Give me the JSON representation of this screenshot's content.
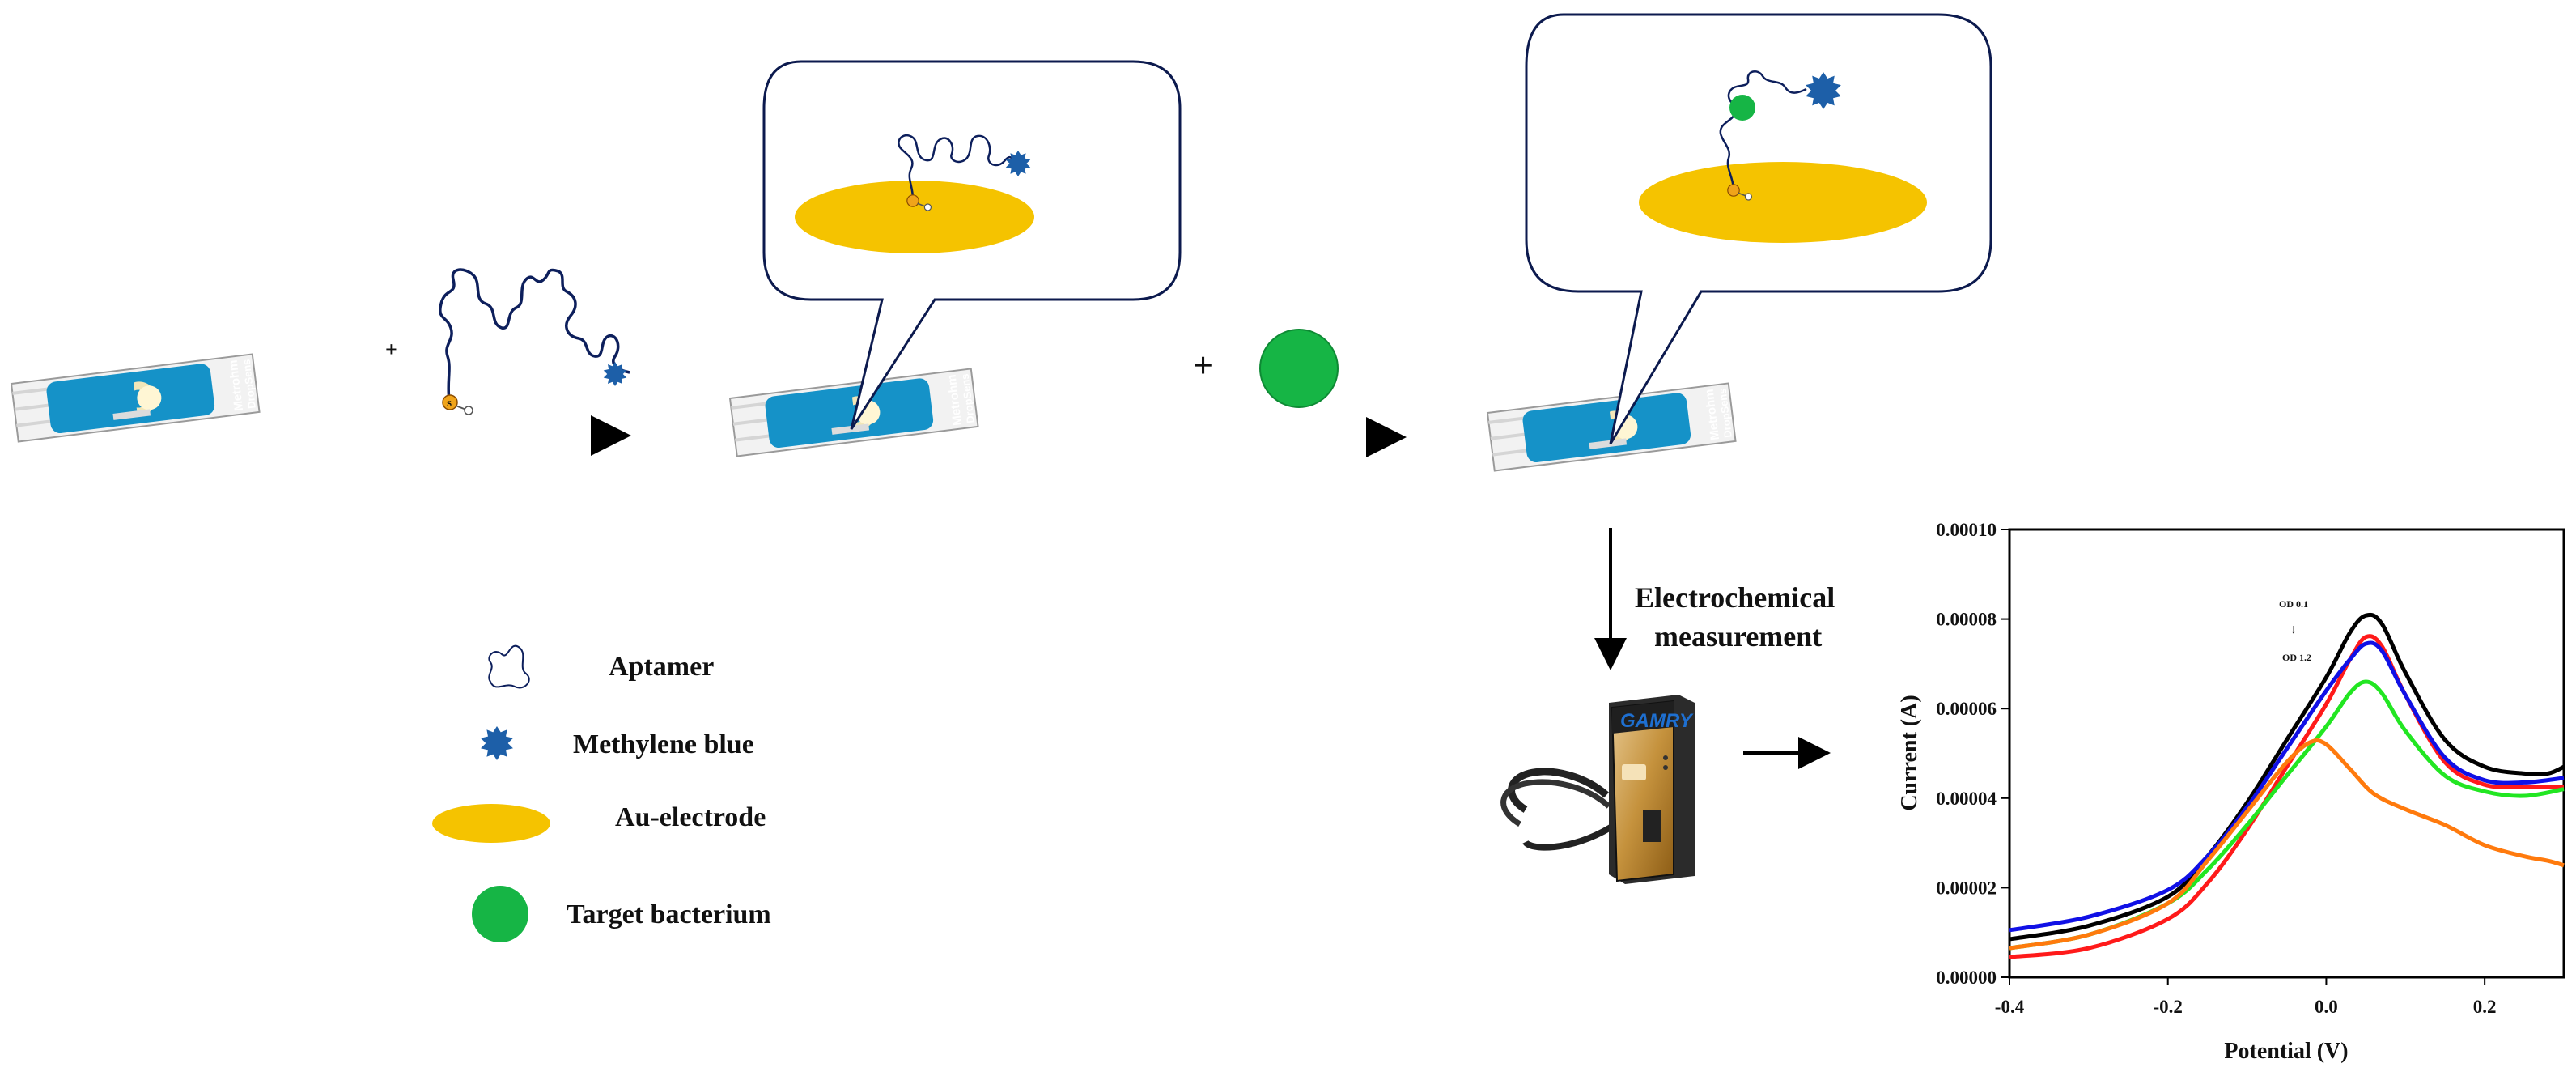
{
  "plus_signs": [
    "+",
    "+"
  ],
  "strip": {
    "brand": "Metrohm",
    "line2": "DropSens",
    "model": "220AT",
    "logo_glyph": "Ω"
  },
  "thiol_label": "S",
  "measurement_label": {
    "line1": "Electrochemical",
    "line2": "measurement"
  },
  "potentiostat": {
    "brand": "GAMRY"
  },
  "legend": {
    "items": [
      {
        "label": "Aptamer"
      },
      {
        "label": "Methylene blue"
      },
      {
        "label": "Au-electrode"
      },
      {
        "label": "Target bacterium"
      }
    ]
  },
  "colors": {
    "strip_blue": "#1592c8",
    "gold": "#f5c300",
    "bacterium_green": "#16b545",
    "methylene_blue": "#1d5fa8",
    "aptamer_strand": "#0d1f5c",
    "callout_border": "#0c1a4e"
  },
  "chart_data": {
    "type": "line",
    "xlabel": "Potential (V)",
    "ylabel": "Current (A)",
    "xlim": [
      -0.4,
      0.3
    ],
    "ylim": [
      0,
      0.0001
    ],
    "x_ticks": [
      "-0.4",
      "-0.2",
      "0.0",
      "0.2"
    ],
    "x_tick_values": [
      -0.4,
      -0.2,
      0.0,
      0.2
    ],
    "y_ticks": [
      "0.00000",
      "0.00002",
      "0.00004",
      "0.00006",
      "0.00008",
      "0.00010"
    ],
    "y_tick_values": [
      0,
      2e-05,
      4e-05,
      6e-05,
      8e-05,
      0.0001
    ],
    "grid": false,
    "annotation": {
      "top": "OD 0.1",
      "bottom": "OD 1.2",
      "arrow": "↓"
    },
    "series": [
      {
        "color": "#000000",
        "points": [
          [
            -0.4,
            8.5e-06
          ],
          [
            -0.3,
            1.15e-05
          ],
          [
            -0.2,
            1.8e-05
          ],
          [
            -0.15,
            2.7e-05
          ],
          [
            -0.1,
            3.9e-05
          ],
          [
            -0.05,
            5.3e-05
          ],
          [
            0.0,
            6.7e-05
          ],
          [
            0.03,
            7.7e-05
          ],
          [
            0.05,
            8.08e-05
          ],
          [
            0.07,
            7.9e-05
          ],
          [
            0.1,
            6.8e-05
          ],
          [
            0.15,
            5.3e-05
          ],
          [
            0.2,
            4.7e-05
          ],
          [
            0.25,
            4.55e-05
          ],
          [
            0.28,
            4.55e-05
          ],
          [
            0.3,
            4.7e-05
          ]
        ]
      },
      {
        "color": "#ff1a1a",
        "points": [
          [
            -0.4,
            4.5e-06
          ],
          [
            -0.3,
            6.5e-06
          ],
          [
            -0.2,
            1.3e-05
          ],
          [
            -0.15,
            2.1e-05
          ],
          [
            -0.1,
            3.3e-05
          ],
          [
            -0.05,
            4.7e-05
          ],
          [
            0.0,
            6.1e-05
          ],
          [
            0.03,
            7.1e-05
          ],
          [
            0.05,
            7.6e-05
          ],
          [
            0.07,
            7.4e-05
          ],
          [
            0.1,
            6.3e-05
          ],
          [
            0.15,
            4.8e-05
          ],
          [
            0.2,
            4.3e-05
          ],
          [
            0.25,
            4.25e-05
          ],
          [
            0.3,
            4.25e-05
          ]
        ]
      },
      {
        "color": "#1010e6",
        "points": [
          [
            -0.4,
            1.05e-05
          ],
          [
            -0.3,
            1.35e-05
          ],
          [
            -0.2,
            1.95e-05
          ],
          [
            -0.15,
            2.7e-05
          ],
          [
            -0.1,
            3.8e-05
          ],
          [
            -0.05,
            5.1e-05
          ],
          [
            0.0,
            6.4e-05
          ],
          [
            0.03,
            7.1e-05
          ],
          [
            0.05,
            7.45e-05
          ],
          [
            0.07,
            7.3e-05
          ],
          [
            0.1,
            6.3e-05
          ],
          [
            0.15,
            4.9e-05
          ],
          [
            0.2,
            4.4e-05
          ],
          [
            0.25,
            4.35e-05
          ],
          [
            0.3,
            4.45e-05
          ]
        ]
      },
      {
        "color": "#22e622",
        "points": [
          [
            -0.4,
            6.5e-06
          ],
          [
            -0.3,
            9.5e-06
          ],
          [
            -0.2,
            1.65e-05
          ],
          [
            -0.15,
            2.4e-05
          ],
          [
            -0.1,
            3.4e-05
          ],
          [
            -0.05,
            4.5e-05
          ],
          [
            0.0,
            5.6e-05
          ],
          [
            0.03,
            6.35e-05
          ],
          [
            0.05,
            6.6e-05
          ],
          [
            0.07,
            6.35e-05
          ],
          [
            0.1,
            5.5e-05
          ],
          [
            0.15,
            4.5e-05
          ],
          [
            0.2,
            4.15e-05
          ],
          [
            0.25,
            4.05e-05
          ],
          [
            0.3,
            4.2e-05
          ]
        ]
      },
      {
        "color": "#ff7a0d",
        "points": [
          [
            -0.4,
            6.5e-06
          ],
          [
            -0.3,
            9.5e-06
          ],
          [
            -0.2,
            1.65e-05
          ],
          [
            -0.15,
            2.6e-05
          ],
          [
            -0.1,
            3.7e-05
          ],
          [
            -0.05,
            4.8e-05
          ],
          [
            -0.02,
            5.25e-05
          ],
          [
            0.0,
            5.2e-05
          ],
          [
            0.03,
            4.65e-05
          ],
          [
            0.06,
            4.1e-05
          ],
          [
            0.1,
            3.75e-05
          ],
          [
            0.15,
            3.4e-05
          ],
          [
            0.2,
            2.95e-05
          ],
          [
            0.25,
            2.7e-05
          ],
          [
            0.28,
            2.6e-05
          ],
          [
            0.3,
            2.5e-05
          ]
        ]
      }
    ]
  }
}
